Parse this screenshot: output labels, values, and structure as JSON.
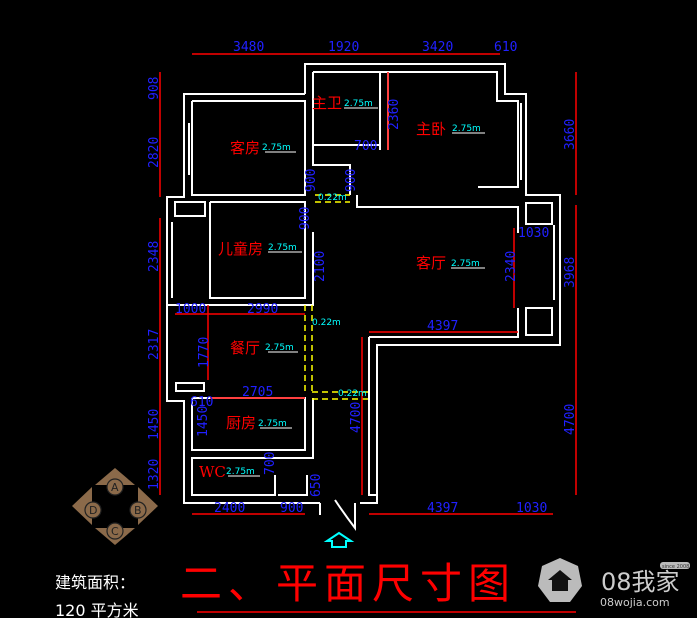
{
  "rooms": [
    {
      "name": "主卫",
      "height": "2.75m"
    },
    {
      "name": "主卧",
      "height": "2.75m"
    },
    {
      "name": "客房",
      "height": "2.75m"
    },
    {
      "name": "儿童房",
      "height": "2.75m"
    },
    {
      "name": "客厅",
      "height": "2.75m"
    },
    {
      "name": "餐厅",
      "height": "2.75m"
    },
    {
      "name": "厨房",
      "height": "2.75m"
    },
    {
      "name": "WC",
      "height": "2.75m"
    }
  ],
  "dims": {
    "top": [
      "3480",
      "1920",
      "3420",
      "610"
    ],
    "left": [
      "908",
      "2820",
      "2348",
      "2317",
      "1450",
      "1320"
    ],
    "right": [
      "3660",
      "3968",
      "4700"
    ],
    "bottom": [
      "2400",
      "900",
      "4397",
      "1030"
    ],
    "interior": [
      "700",
      "2360",
      "900",
      "900",
      "900",
      "2100",
      "2340",
      "1030",
      "4397",
      "1000",
      "2990",
      "1770",
      "2705",
      "610",
      "1450",
      "700",
      "650",
      "4700"
    ],
    "threshold": [
      "0.22m",
      "0.22m",
      "0.22m"
    ]
  },
  "compass": [
    "A",
    "B",
    "C",
    "D"
  ],
  "area_label": "建筑面积：",
  "area_value": "120 平方米",
  "title": "二、平面尺寸图",
  "watermark": {
    "brand": "08我家",
    "url": "08wojia.com",
    "since": "since 2008"
  }
}
